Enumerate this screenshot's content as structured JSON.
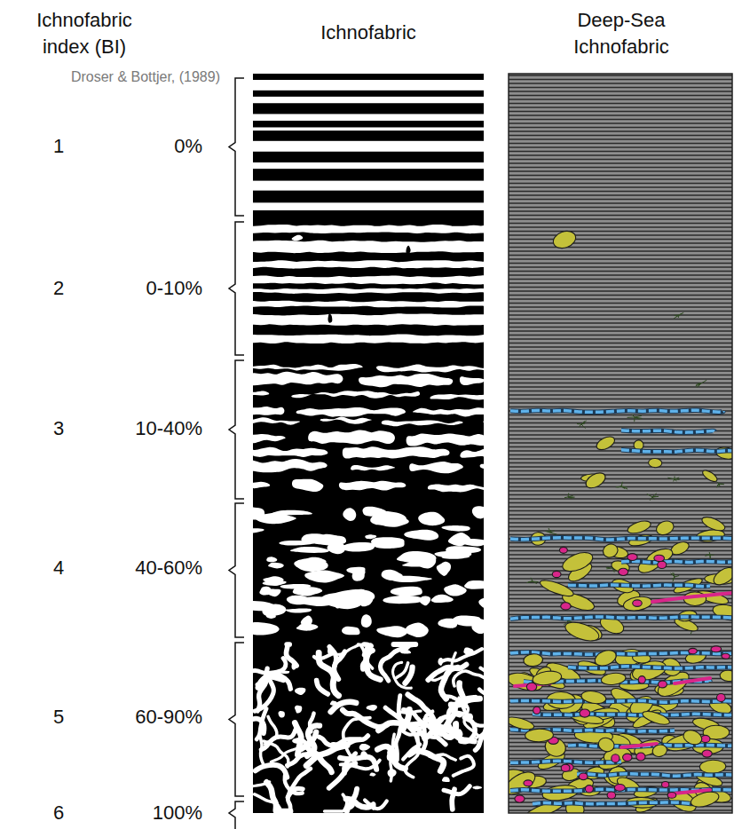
{
  "diagram": {
    "labels": [
      "Ichnofabric index (BI)",
      "Ichnofabric",
      "Deep-Sea Ichnofabric",
      "Droser & Bottjer, (1989)",
      "1",
      "0%",
      "2",
      "0-10%",
      "3",
      "10-40%",
      "4",
      "40-60%",
      "5",
      "60-90%",
      "6",
      "100%"
    ]
  }
}
